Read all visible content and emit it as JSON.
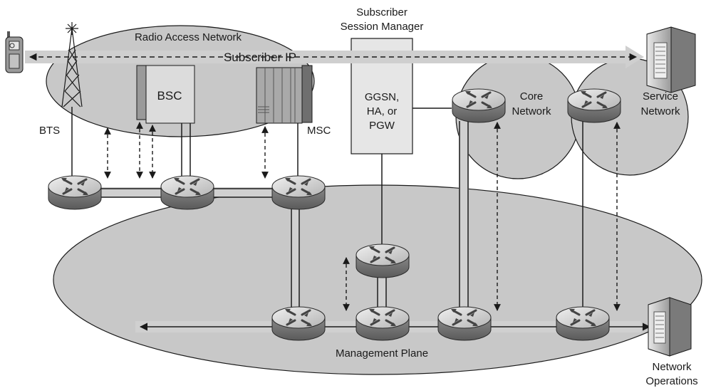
{
  "labels": {
    "subscriber_session_manager_line1": "Subscriber",
    "subscriber_session_manager_line2": "Session Manager",
    "radio_access_network": "Radio Access Network",
    "subscriber_ip": "Subscriber IP",
    "bsc": "BSC",
    "bts": "BTS",
    "msc": "MSC",
    "ggsn_line1": "GGSN,",
    "ggsn_line2": "HA, or",
    "ggsn_line3": "PGW",
    "core_network_line1": "Core",
    "core_network_line2": "Network",
    "service_network_line1": "Service",
    "service_network_line2": "Network",
    "management_plane": "Management Plane",
    "network_operations_line1": "Network",
    "network_operations_line2": "Operations"
  },
  "icons": {
    "router": "router-icon",
    "server": "server-icon",
    "phone": "mobile-phone-icon",
    "tower": "antenna-tower-icon"
  },
  "colors": {
    "cloud_fill": "#c8c8c8",
    "cloud_stroke": "#1a1a1a",
    "path_band": "#d0d0d0",
    "line": "#1a1a1a",
    "box_fill": "#e6e6e6"
  }
}
